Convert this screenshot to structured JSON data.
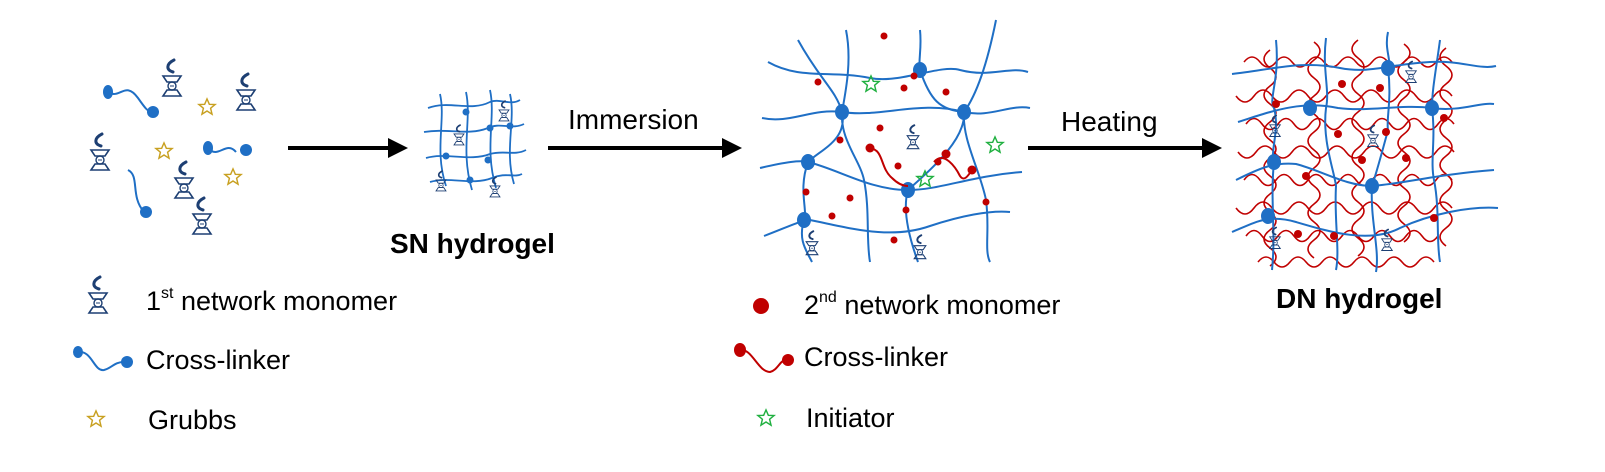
{
  "labels": {
    "sn_hydrogel": "SN hydrogel",
    "dn_hydrogel": "DN hydrogel",
    "step1": "Immersion",
    "step2": "Heating"
  },
  "legend_left": {
    "monomer_prefix": "1",
    "monomer_sup": "st",
    "monomer_text": " network monomer",
    "crosslinker": "Cross-linker",
    "catalyst": "Grubbs"
  },
  "legend_right": {
    "monomer_prefix": "2",
    "monomer_sup": "nd",
    "monomer_text": " network monomer",
    "crosslinker": "Cross-linker",
    "initiator": "Initiator"
  },
  "colors": {
    "first_network": "#1f6fc5",
    "monomer_icon": "#1d3f73",
    "second_network": "#c00000",
    "grubbs_star": "#c8a020",
    "initiator_star": "#20b040",
    "arrow": "#000000"
  }
}
